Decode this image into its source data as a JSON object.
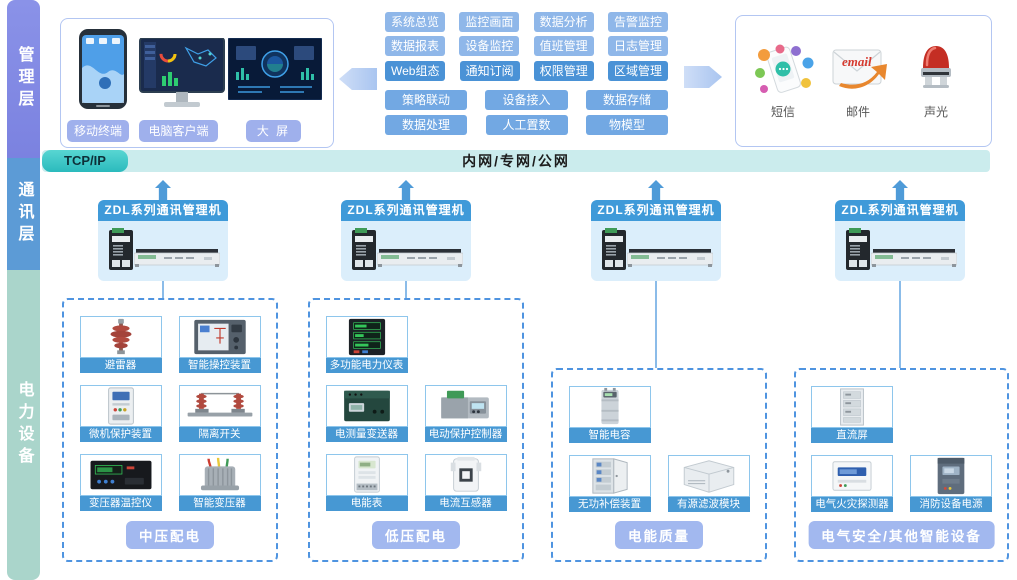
{
  "sidebar": {
    "layers": [
      {
        "label": "管理层"
      },
      {
        "label": "通讯层"
      },
      {
        "label": "电力设备"
      }
    ]
  },
  "management": {
    "terminals": [
      {
        "label": "移动终端"
      },
      {
        "label": "电脑客户端"
      },
      {
        "label": "大 屏"
      }
    ],
    "features": {
      "rows": [
        {
          "tone": "light",
          "items": [
            "系统总览",
            "监控画面",
            "数据分析",
            "告警监控"
          ]
        },
        {
          "tone": "light",
          "items": [
            "数据报表",
            "设备监控",
            "值班管理",
            "日志管理"
          ]
        },
        {
          "tone": "dark",
          "items": [
            "Web组态",
            "通知订阅",
            "权限管理",
            "区域管理"
          ]
        },
        {
          "tone": "mid",
          "items": [
            "策略联动",
            "设备接入",
            "数据存储"
          ]
        },
        {
          "tone": "mid",
          "items": [
            "数据处理",
            "人工置数",
            "物模型"
          ]
        }
      ]
    },
    "alerts": [
      {
        "label": "短信",
        "icon": "sms-icon"
      },
      {
        "label": "邮件",
        "icon": "email-icon"
      },
      {
        "label": "声光",
        "icon": "alarm-beacon-icon"
      }
    ]
  },
  "network": {
    "protocol_label": "TCP/IP",
    "band_label": "内网/专网/公网"
  },
  "communication": {
    "gateway_title": "ZDL系列通讯管理机",
    "gateway_count": 4
  },
  "equipment_groups": [
    {
      "category": "中压配电",
      "items": [
        {
          "label": "避雷器",
          "art": "arrester"
        },
        {
          "label": "智能操控装置",
          "art": "ctrl-panel"
        },
        {
          "label": "微机保护装置",
          "art": "protect-device"
        },
        {
          "label": "隔离开关",
          "art": "isolator"
        },
        {
          "label": "变压器温控仪",
          "art": "temp-controller"
        },
        {
          "label": "智能变压器",
          "art": "transformer"
        }
      ]
    },
    {
      "category": "低压配电",
      "items": [
        {
          "label": "多功能电力仪表",
          "art": "multi-meter"
        },
        null,
        {
          "label": "电测量变送器",
          "art": "transmitter"
        },
        {
          "label": "电动保护控制器",
          "art": "motor-protector"
        },
        {
          "label": "电能表",
          "art": "energy-meter"
        },
        {
          "label": "电流互感器",
          "art": "current-transformer"
        }
      ]
    },
    {
      "category": "电能质量",
      "items": [
        {
          "label": "智能电容",
          "art": "capacitor"
        },
        null,
        {
          "label": "无功补偿装置",
          "art": "compensation"
        },
        {
          "label": "有源滤波模块",
          "art": "filter-module"
        }
      ]
    },
    {
      "category": "电气安全/其他智能设备",
      "items": [
        {
          "label": "直流屏",
          "art": "dc-panel"
        },
        null,
        {
          "label": "电气火灾探测器",
          "art": "fire-detector"
        },
        {
          "label": "消防设备电源",
          "art": "fire-power"
        }
      ]
    }
  ],
  "colors": {
    "sidebar_purple": "#7b82e0",
    "sidebar_blue": "#5c9bd6",
    "sidebar_teal": "#aad5cb",
    "band_teal": "#cbeced",
    "chip_teal": "#2bbabd",
    "gateway_header_blue": "#3f9ad9",
    "dashed_border_blue": "#4f94e0",
    "card_label_blue": "#4798d3",
    "category_chip_blue": "#a2b8ef",
    "feature_light": "#8fb7e9",
    "feature_dark": "#4a92d6",
    "feature_mid": "#72a8e3"
  }
}
